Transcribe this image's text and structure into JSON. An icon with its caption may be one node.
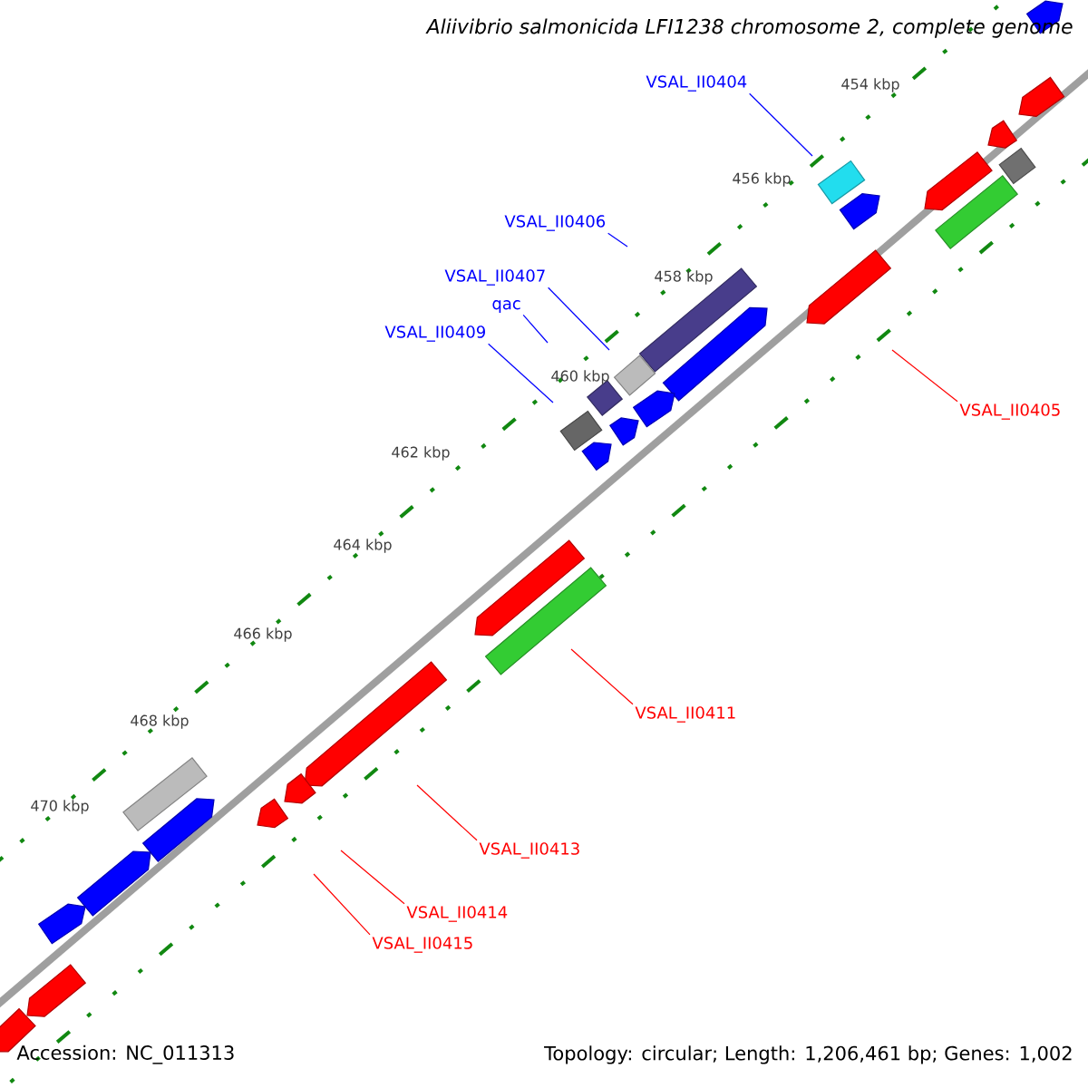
{
  "diagram": {
    "title": "Aliivibrio salmonicida LFI1238 chromosome 2, complete genome",
    "nodes": [
      {
        "text": [
          "VSAL_II0404"
        ]
      },
      {
        "text": [
          "VSAL_II0406"
        ]
      },
      {
        "text": [
          "VSAL_II0407"
        ]
      },
      {
        "text": [
          "qac"
        ]
      },
      {
        "text": [
          "VSAL_II0409"
        ]
      },
      {
        "text": [
          "VSAL_II0405"
        ]
      },
      {
        "text": [
          "VSAL_II0411"
        ]
      },
      {
        "text": [
          "VSAL_II0413"
        ]
      },
      {
        "text": [
          "VSAL_II0414"
        ]
      },
      {
        "text": [
          "VSAL_II0415"
        ]
      }
    ],
    "edges": [
      {
        "from": 0,
        "to": null,
        "arrow": "none",
        "color": "#0000ff"
      },
      {
        "from": 1,
        "to": null,
        "arrow": "none",
        "color": "#0000ff"
      },
      {
        "from": 2,
        "to": null,
        "arrow": "none",
        "color": "#0000ff"
      },
      {
        "from": 3,
        "to": null,
        "arrow": "none",
        "color": "#0000ff"
      },
      {
        "from": 4,
        "to": null,
        "arrow": "none",
        "color": "#0000ff"
      },
      {
        "from": 5,
        "to": null,
        "arrow": "none",
        "color": "#ff0000"
      },
      {
        "from": 6,
        "to": null,
        "arrow": "none",
        "color": "#ff0000"
      },
      {
        "from": 7,
        "to": null,
        "arrow": "none",
        "color": "#ff0000"
      },
      {
        "from": 8,
        "to": null,
        "arrow": "none",
        "color": "#ff0000"
      },
      {
        "from": 9,
        "to": null,
        "arrow": "none",
        "color": "#ff0000"
      }
    ],
    "labels": [
      "454 kbp",
      "456 kbp",
      "458 kbp",
      "460 kbp",
      "462 kbp",
      "464 kbp",
      "466 kbp",
      "468 kbp",
      "470 kbp",
      "Accession: NC_011313",
      "Topology: circular; Length: 1,206,461 bp; Genes: 1,002"
    ]
  }
}
